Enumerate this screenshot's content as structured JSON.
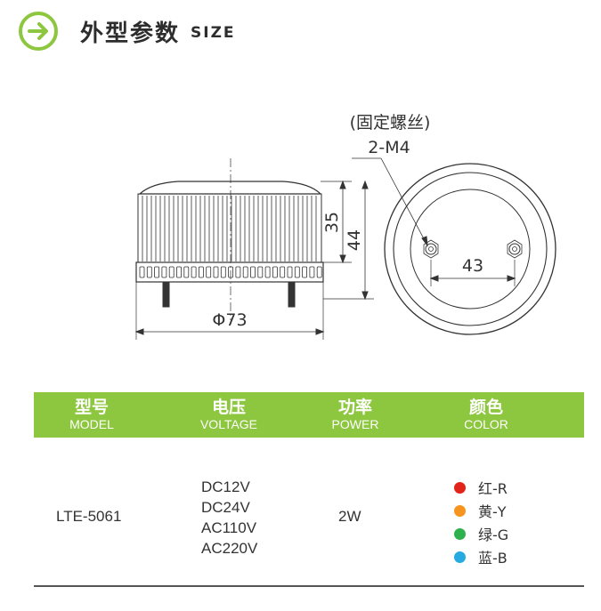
{
  "header": {
    "title": "外型参数",
    "subtitle": "SIZE",
    "arrow_icon_color": "#8dc63f"
  },
  "drawing": {
    "note": "(固定螺丝)",
    "screw_spec": "2-M4",
    "dim_height_body": "35",
    "dim_height_total": "44",
    "dim_diameter": "Φ73",
    "dim_hole_spacing": "43"
  },
  "table": {
    "header_color": "#8dc63f",
    "columns": [
      {
        "cn": "型号",
        "en": "MODEL"
      },
      {
        "cn": "电压",
        "en": "VOLTAGE"
      },
      {
        "cn": "功率",
        "en": "POWER"
      },
      {
        "cn": "颜色",
        "en": "COLOR"
      }
    ],
    "row": {
      "model": "LTE-5061",
      "voltages": [
        "DC12V",
        "DC24V",
        "AC110V",
        "AC220V"
      ],
      "power": "2W",
      "colors": [
        {
          "label": "红-R",
          "hex": "#e2231a"
        },
        {
          "label": "黄-Y",
          "hex": "#f7941d"
        },
        {
          "label": "绿-G",
          "hex": "#2eb14c"
        },
        {
          "label": "蓝-B",
          "hex": "#27aae1"
        }
      ]
    }
  }
}
